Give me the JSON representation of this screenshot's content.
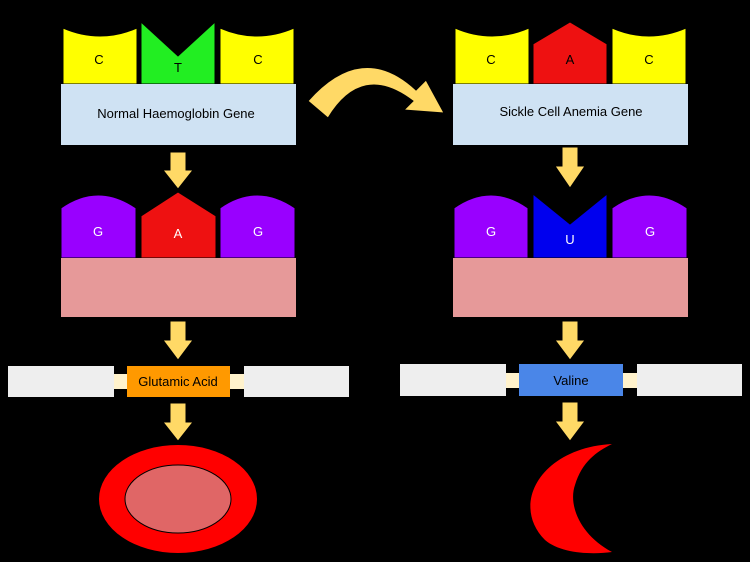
{
  "left": {
    "dna": {
      "bases": [
        "C",
        "T",
        "C"
      ],
      "gene_label": "Normal Haemoglobin Gene"
    },
    "rna": {
      "bases": [
        "G",
        "A",
        "G"
      ]
    },
    "amino_acid": "Glutamic Acid",
    "cell": "normal"
  },
  "right": {
    "dna": {
      "bases": [
        "C",
        "A",
        "C"
      ],
      "gene_label": "Sickle Cell Anemia Gene"
    },
    "rna": {
      "bases": [
        "G",
        "U",
        "G"
      ]
    },
    "amino_acid": "Valine",
    "cell": "sickle"
  },
  "colors": {
    "background": "#000000",
    "C": "#ffff00",
    "T": "#22ee22",
    "A": "#ee1111",
    "G": "#9900ff",
    "U": "#0000ee",
    "gene_box": "#cfe2f3",
    "rna_strand": "#e69999",
    "arrow": "#ffd966",
    "glutamic_acid": "#ff9900",
    "valine": "#4a86e8",
    "chain": "#eeeeee",
    "cell_outer": "#ff0000",
    "cell_inner": "#e06666"
  }
}
